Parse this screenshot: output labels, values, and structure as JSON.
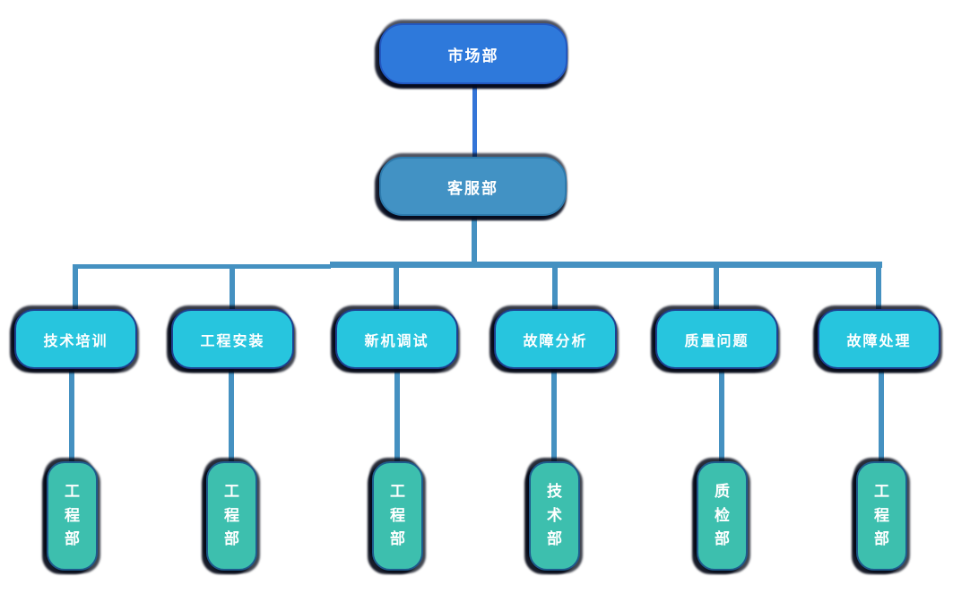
{
  "diagram": {
    "root": {
      "label": "市场部"
    },
    "level2": {
      "label": "客服部"
    },
    "level3": [
      {
        "label": "技术培训"
      },
      {
        "label": "工程安装"
      },
      {
        "label": "新机调试"
      },
      {
        "label": "故障分析"
      },
      {
        "label": "质量问题"
      },
      {
        "label": "故障处理"
      }
    ],
    "level4": [
      {
        "label": "工程部"
      },
      {
        "label": "工程部"
      },
      {
        "label": "工程部"
      },
      {
        "label": "技术部"
      },
      {
        "label": "质检部"
      },
      {
        "label": "工程部"
      }
    ],
    "colors": {
      "background": "#ffffff",
      "text": "#ffffff",
      "root_fill": "#2e79db",
      "level2_fill": "#4292c4",
      "level3_fill": "#27c5de",
      "level4_fill": "#3dbfae",
      "connector_upper": "#3475d8",
      "connector_lower": "#4591c1",
      "shadow": "#060e22"
    }
  }
}
